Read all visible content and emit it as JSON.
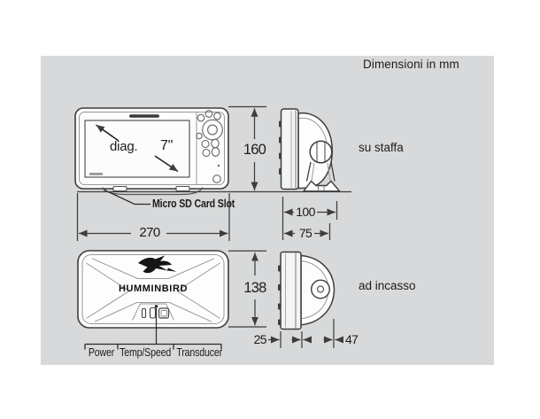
{
  "header": {
    "note": "Dimensioni in mm"
  },
  "front_view": {
    "diag_label": "diag.",
    "diag_size": "7\"",
    "sd_card_label": "Micro SD Card Slot"
  },
  "back_view": {
    "brand": "HUMMINBIRD"
  },
  "bracket_view": {
    "label": "su staffa"
  },
  "flush_view": {
    "label": "ad incasso"
  },
  "connectors": {
    "labels": [
      "Power",
      "Temp/Speed",
      "Transducer"
    ]
  },
  "dimensions": {
    "display_height_mm": "160",
    "bracket_base_mm": "100",
    "body_depth_mm": "75",
    "display_width_mm": "270",
    "back_height_mm": "138",
    "flush_front_mm": "25",
    "flush_rear_mm": "47"
  },
  "colors": {
    "panel_bg": "#d8d9da",
    "line": "#3d3d3d",
    "text": "#1c1c1c"
  }
}
